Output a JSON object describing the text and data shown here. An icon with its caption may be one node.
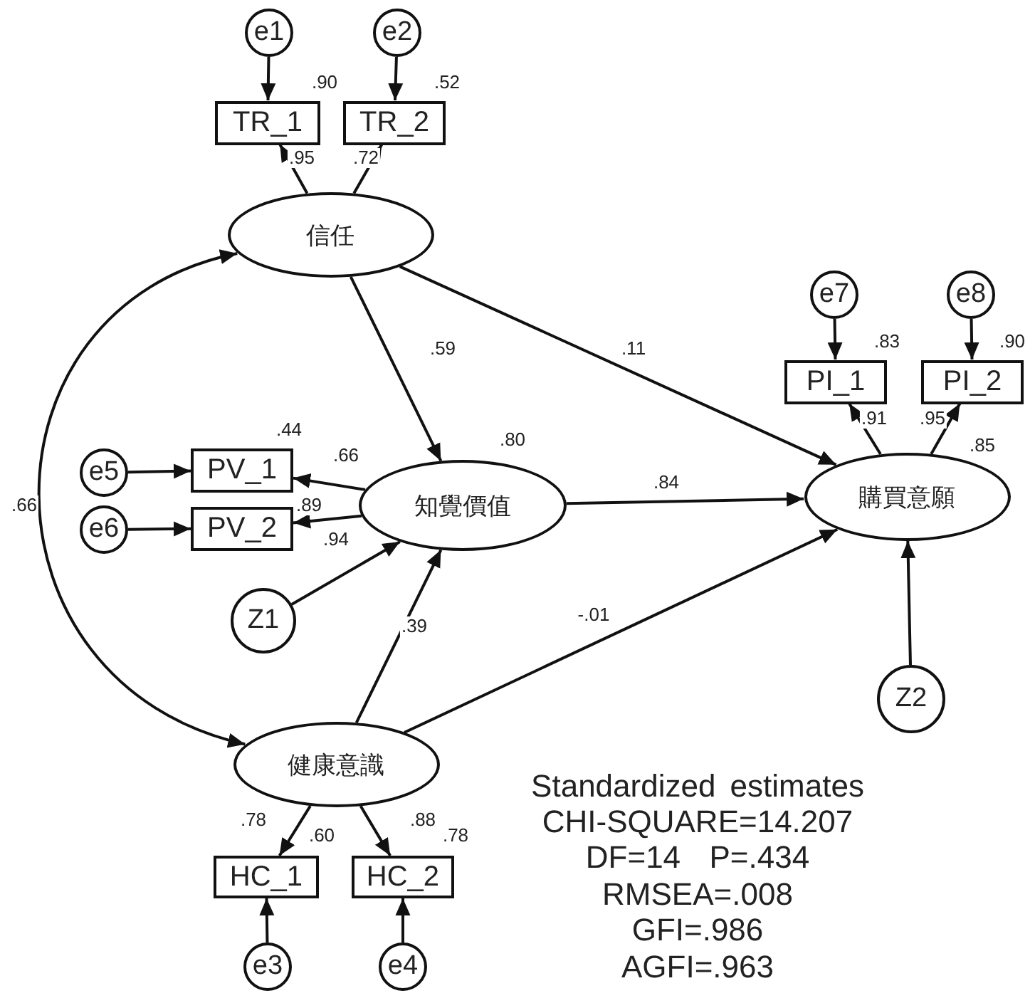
{
  "diagram": {
    "nodes": [
      {
        "text": [
          "e1"
        ]
      },
      {
        "text": [
          "e2"
        ]
      },
      {
        "text": [
          "TR_1"
        ],
        "beside": [
          ".90"
        ]
      },
      {
        "text": [
          "TR_2"
        ],
        "beside": [
          ".52"
        ]
      },
      {
        "text": [
          "信任"
        ]
      },
      {
        "text": [
          "e7"
        ]
      },
      {
        "text": [
          "e8"
        ]
      },
      {
        "text": [
          "PI_1"
        ],
        "beside": [
          ".83"
        ]
      },
      {
        "text": [
          "PI_2"
        ],
        "beside": [
          ".90"
        ]
      },
      {
        "text": [
          "e5"
        ]
      },
      {
        "text": [
          "PV_1"
        ],
        "beside": [
          ".44"
        ]
      },
      {
        "text": [
          "知覺價值"
        ],
        "beside": [
          ".80"
        ]
      },
      {
        "text": [
          "購買意願"
        ],
        "beside": [
          ".85"
        ]
      },
      {
        "text": [
          "e6"
        ]
      },
      {
        "text": [
          "PV_2"
        ],
        "beside": [
          ".89"
        ]
      },
      {
        "text": [
          "Z1"
        ]
      },
      {
        "text": [
          "Z2"
        ]
      },
      {
        "text": [
          "健康意識"
        ]
      },
      {
        "text": [
          "HC_1"
        ],
        "beside": [
          ".60"
        ]
      },
      {
        "text": [
          "HC_2"
        ],
        "beside": [
          ".78"
        ]
      },
      {
        "text": [
          "e3"
        ]
      },
      {
        "text": [
          "e4"
        ]
      }
    ],
    "edges": [
      {
        "from": 0,
        "to": 2,
        "arrow": "to"
      },
      {
        "from": 1,
        "to": 3,
        "arrow": "to"
      },
      {
        "from": 4,
        "to": 2,
        "arrow": "to",
        "label": ".95"
      },
      {
        "from": 4,
        "to": 3,
        "arrow": "to",
        "label": ".72"
      },
      {
        "from": 5,
        "to": 7,
        "arrow": "to"
      },
      {
        "from": 6,
        "to": 8,
        "arrow": "to"
      },
      {
        "from": 12,
        "to": 7,
        "arrow": "to",
        "label": ".91"
      },
      {
        "from": 12,
        "to": 8,
        "arrow": "to",
        "label": ".95"
      },
      {
        "from": 4,
        "to": 17,
        "arrow": "both",
        "label": ".66"
      },
      {
        "from": 4,
        "to": 11,
        "arrow": "to",
        "label": ".59"
      },
      {
        "from": 4,
        "to": 12,
        "arrow": "to",
        "label": ".11"
      },
      {
        "from": 11,
        "to": 12,
        "arrow": "to",
        "label": ".84"
      },
      {
        "from": 17,
        "to": 11,
        "arrow": "to",
        "label": ".39"
      },
      {
        "from": 17,
        "to": 12,
        "arrow": "to",
        "label": "-.01"
      },
      {
        "from": 9,
        "to": 10,
        "arrow": "to"
      },
      {
        "from": 11,
        "to": 10,
        "arrow": "to",
        "label": ".66"
      },
      {
        "from": 13,
        "to": 14,
        "arrow": "to"
      },
      {
        "from": 11,
        "to": 14,
        "arrow": "to",
        "label": ".94"
      },
      {
        "from": 15,
        "to": 11,
        "arrow": "to"
      },
      {
        "from": 16,
        "to": 12,
        "arrow": "to"
      },
      {
        "from": 17,
        "to": 18,
        "arrow": "to",
        "label": ".78"
      },
      {
        "from": 17,
        "to": 19,
        "arrow": "to",
        "label": ".88"
      },
      {
        "from": 20,
        "to": 18,
        "arrow": "to"
      },
      {
        "from": 21,
        "to": 19,
        "arrow": "to"
      }
    ],
    "labels": [
      "Standardized estimates",
      "CHI-SQUARE=14.207",
      "DF=14  P=.434",
      "RMSEA=.008",
      "GFI=.986",
      "AGFI=.963"
    ]
  }
}
